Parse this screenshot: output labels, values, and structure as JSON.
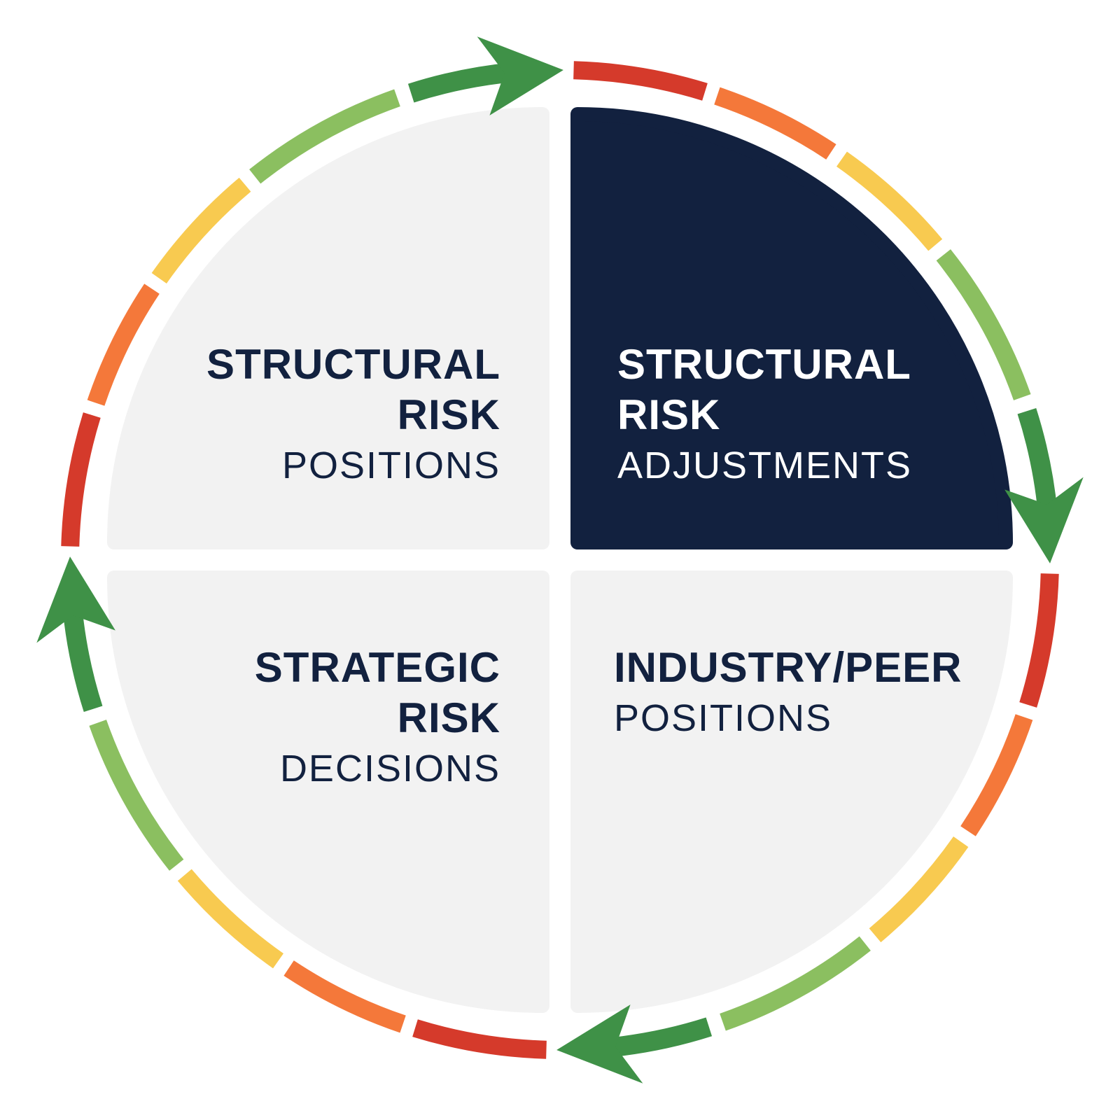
{
  "page": {
    "background": "#FFFFFF"
  },
  "diagram": {
    "type": "cycle-quadrant-wheel",
    "flow_direction": "clockwise",
    "quadrants": [
      {
        "position": "top-left",
        "title_line1": "STRUCTURAL",
        "title_line2": "RISK",
        "subtitle": "POSITIONS",
        "bg": "#F2F2F2",
        "text_color": "#12213F",
        "highlighted": false
      },
      {
        "position": "top-right",
        "title_line1": "STRUCTURAL",
        "title_line2": "RISK",
        "subtitle": "ADJUSTMENTS",
        "bg": "#12213F",
        "text_color": "#FFFFFF",
        "highlighted": true
      },
      {
        "position": "bottom-right",
        "title_line1": "INDUSTRY/PEER",
        "title_line2": "",
        "subtitle": "POSITIONS",
        "bg": "#F2F2F2",
        "text_color": "#12213F",
        "highlighted": false
      },
      {
        "position": "bottom-left",
        "title_line1": "STRATEGIC",
        "title_line2": "RISK",
        "subtitle": "DECISIONS",
        "bg": "#F2F2F2",
        "text_color": "#12213F",
        "highlighted": false
      }
    ],
    "ring": {
      "segments_per_quarter": [
        "red",
        "orange",
        "yellow",
        "light_green",
        "dark_green_arrow"
      ],
      "colors": {
        "red": "#D53A2B",
        "orange": "#F4783A",
        "yellow": "#F8CA50",
        "light_green": "#8BBF60",
        "dark_green": "#3F9147"
      },
      "arrow_color": "#3F9147",
      "arrow_positions": [
        "top",
        "right",
        "bottom",
        "left"
      ]
    }
  }
}
